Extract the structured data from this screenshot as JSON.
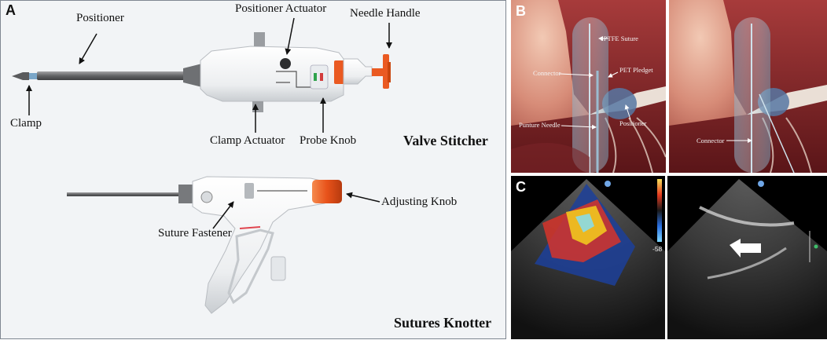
{
  "panels": {
    "a": {
      "letter": "A",
      "titles": {
        "valve_stitcher": "Valve Stitcher",
        "sutures_knotter": "Sutures Knotter"
      },
      "labels": {
        "positioner": "Positioner",
        "positioner_actuator": "Positioner Actuator",
        "needle_handle": "Needle Handle",
        "clamp": "Clamp",
        "clamp_actuator": "Clamp Actuator",
        "probe_knob": "Probe Knob",
        "adjusting_knob": "Adjusting Knob",
        "suture_fastener": "Suture Fastener"
      }
    },
    "b": {
      "letter": "B",
      "labels": {
        "eptfe_suture": "ePTFE Suture",
        "connector_left": "Connector",
        "pet_pledget": "PET Pledget",
        "punture_needle": "Punture Needle",
        "positioner": "Positioner",
        "connector_right": "Connector"
      }
    },
    "c": {
      "letter": "C",
      "scale_value": "-58"
    }
  },
  "colors": {
    "accent_orange": "#f05a1e",
    "device_white": "#f7f7f7",
    "shaft_gray": "#707173",
    "tissue_red": "#8e2a2d"
  }
}
